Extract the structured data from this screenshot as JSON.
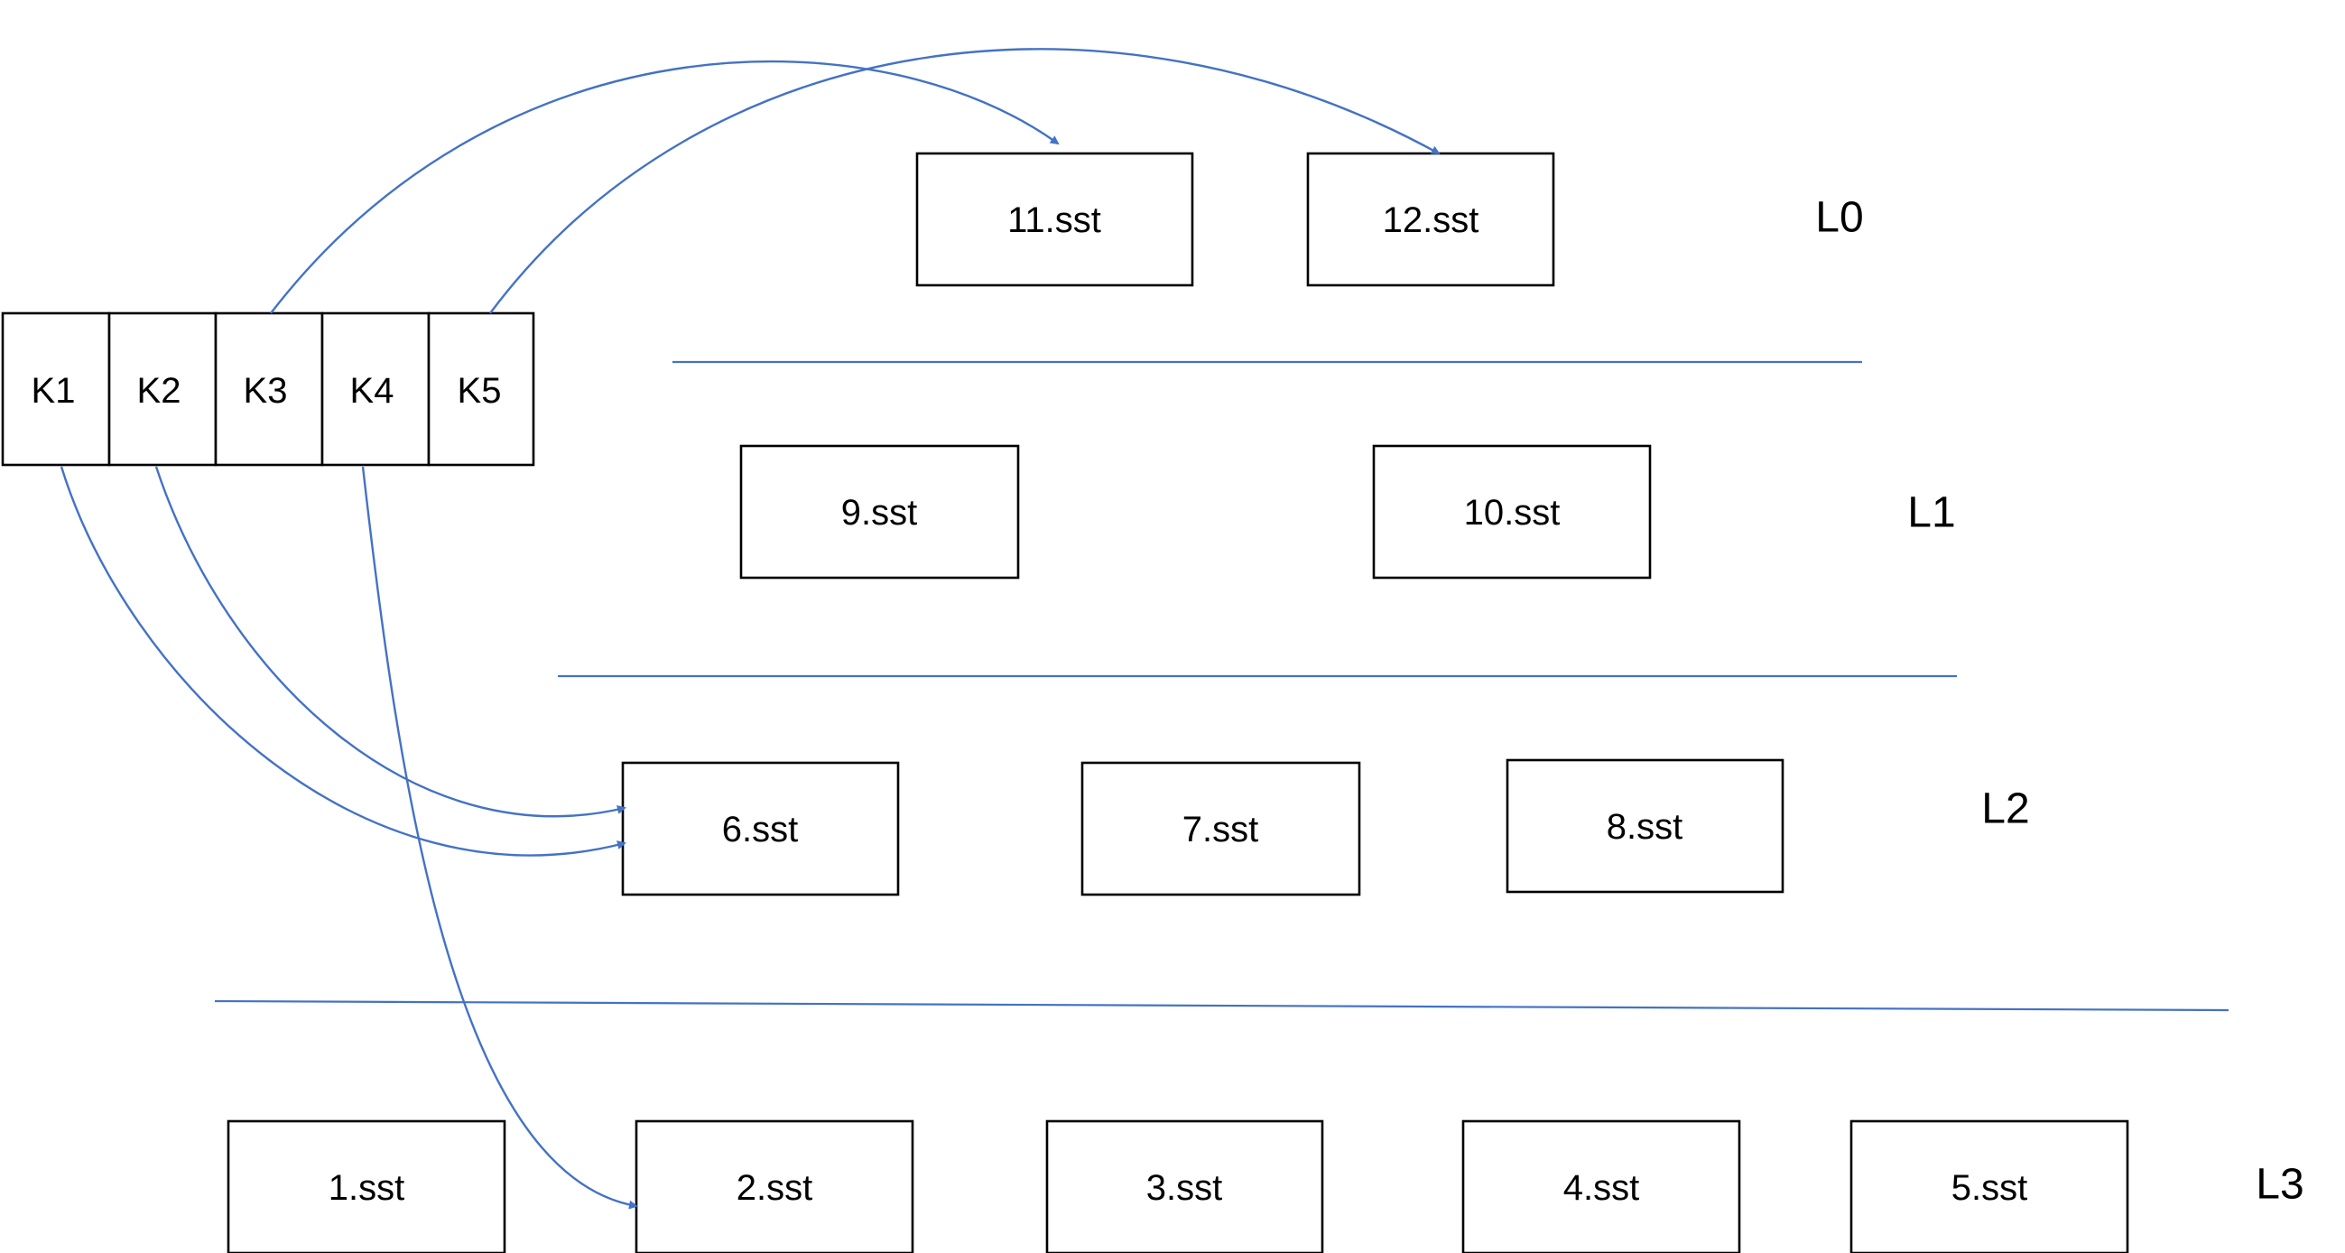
{
  "colors": {
    "arrow": "#4472C4",
    "divider": "#4472C4",
    "box_stroke": "#000000",
    "text": "#000000"
  },
  "keys": [
    "K1",
    "K2",
    "K3",
    "K4",
    "K5"
  ],
  "levels": [
    {
      "id": "L0",
      "label": "L0",
      "files": [
        "11.sst",
        "12.sst"
      ]
    },
    {
      "id": "L1",
      "label": "L1",
      "files": [
        "9.sst",
        "10.sst"
      ]
    },
    {
      "id": "L2",
      "label": "L2",
      "files": [
        "6.sst",
        "7.sst",
        "8.sst"
      ]
    },
    {
      "id": "L3",
      "label": "L3",
      "files": [
        "1.sst",
        "2.sst",
        "3.sst",
        "4.sst",
        "5.sst"
      ]
    }
  ],
  "links": [
    {
      "from": "K3",
      "to": "11.sst"
    },
    {
      "from": "K5",
      "to": "12.sst"
    },
    {
      "from": "K2",
      "to": "6.sst"
    },
    {
      "from": "K1",
      "to": "6.sst"
    },
    {
      "from": "K4",
      "to": "2.sst"
    }
  ]
}
